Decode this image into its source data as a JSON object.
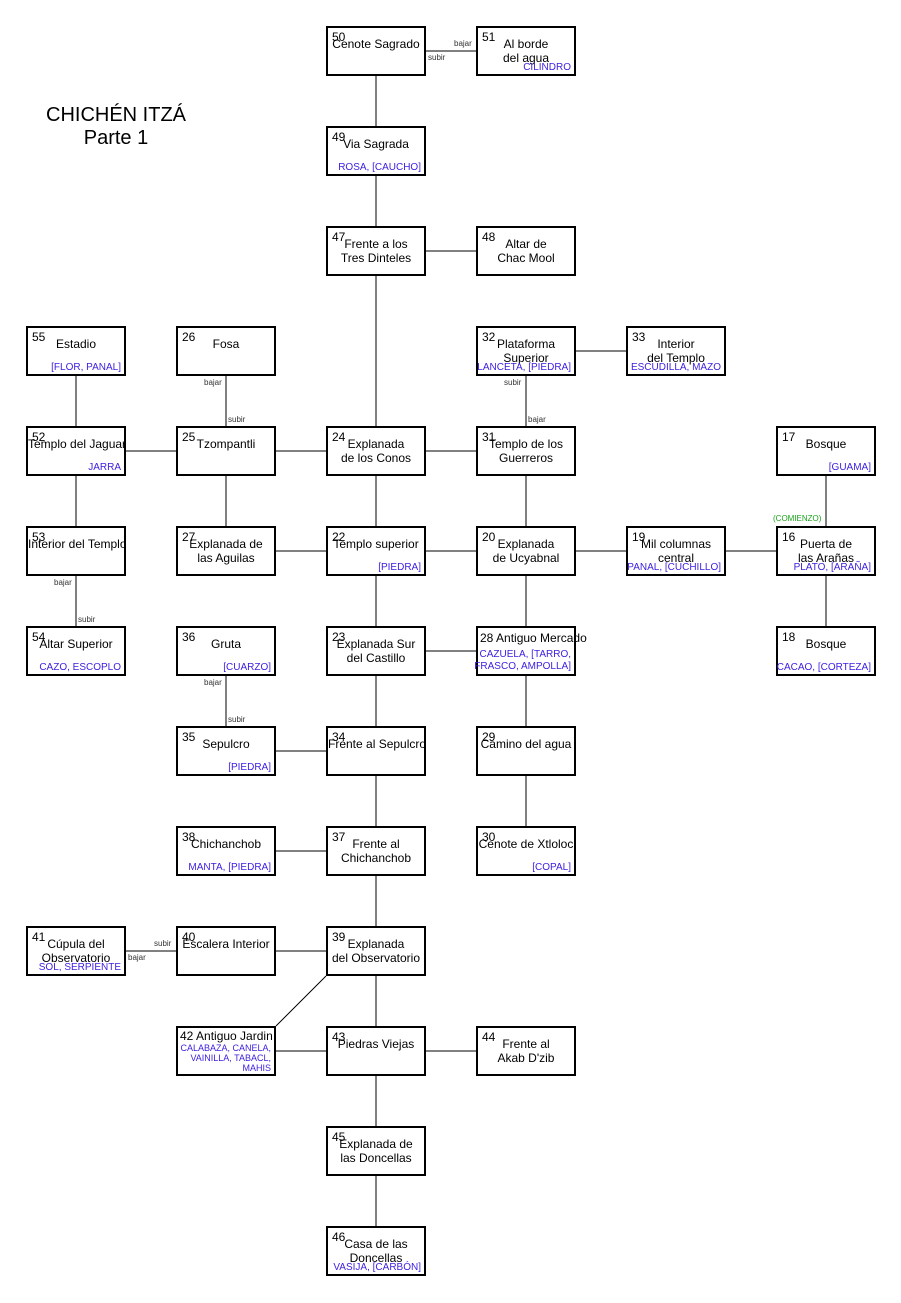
{
  "title": {
    "line1": "CHICHÉN ITZÁ",
    "line2": "Parte 1"
  },
  "start_label": "(COMIENZO)",
  "rooms": [
    {
      "id": "50",
      "num": "50",
      "name": [
        "Cenote Sagrado"
      ],
      "items": []
    },
    {
      "id": "51",
      "num": "51",
      "name": [
        "Al borde",
        "del agua"
      ],
      "items": [
        "CILINDRO"
      ]
    },
    {
      "id": "49",
      "num": "49",
      "name": [
        "Via Sagrada"
      ],
      "items": [
        "ROSA, [CAUCHO]"
      ]
    },
    {
      "id": "47",
      "num": "47",
      "name": [
        "Frente a los",
        "Tres Dinteles"
      ],
      "items": []
    },
    {
      "id": "48",
      "num": "48",
      "name": [
        "Altar de",
        "Chac Mool"
      ],
      "items": []
    },
    {
      "id": "55",
      "num": "55",
      "name": [
        "Estadio"
      ],
      "items": [
        "[FLOR, PANAL]"
      ]
    },
    {
      "id": "26",
      "num": "26",
      "name": [
        "Fosa"
      ],
      "items": []
    },
    {
      "id": "32",
      "num": "32",
      "name": [
        "Plataforma",
        "Superior"
      ],
      "items": [
        "LANCETA, [PIEDRA]"
      ]
    },
    {
      "id": "33",
      "num": "33",
      "name": [
        "Interior",
        "del Templo"
      ],
      "items": [
        "ESCUDILLA, MAZO"
      ]
    },
    {
      "id": "52",
      "num": "52",
      "name": [
        "Templo del Jaguar"
      ],
      "items": [
        "JARRA"
      ]
    },
    {
      "id": "25",
      "num": "25",
      "name": [
        "Tzompantli"
      ],
      "items": []
    },
    {
      "id": "24",
      "num": "24",
      "name": [
        "Explanada",
        "de los Conos"
      ],
      "items": []
    },
    {
      "id": "31",
      "num": "31",
      "name": [
        "Templo de los",
        "Guerreros"
      ],
      "items": []
    },
    {
      "id": "17",
      "num": "17",
      "name": [
        "Bosque"
      ],
      "items": [
        "[GUAMA]"
      ]
    },
    {
      "id": "53",
      "num": "53",
      "name": [
        "Interior del Templo"
      ],
      "items": []
    },
    {
      "id": "27",
      "num": "27",
      "name": [
        "Explanada de",
        "las Aguilas"
      ],
      "items": []
    },
    {
      "id": "22",
      "num": "22",
      "name": [
        "Templo superior"
      ],
      "items": [
        "[PIEDRA]"
      ]
    },
    {
      "id": "20",
      "num": "20",
      "name": [
        "Explanada",
        "de Ucyabnal"
      ],
      "items": []
    },
    {
      "id": "19",
      "num": "19",
      "name": [
        "Mil columnas",
        "central"
      ],
      "items": [
        "PANAL, [CUCHILLO]"
      ]
    },
    {
      "id": "16",
      "num": "16",
      "name": [
        "Puerta de",
        "las Arañas"
      ],
      "items": [
        "PLATO, [ARAÑA]"
      ]
    },
    {
      "id": "54",
      "num": "54",
      "name": [
        "Altar Superior"
      ],
      "items": [
        "CAZO, ESCOPLO"
      ]
    },
    {
      "id": "36",
      "num": "36",
      "name": [
        "Gruta"
      ],
      "items": [
        "[CUARZO]"
      ]
    },
    {
      "id": "23",
      "num": "23",
      "name": [
        "Explanada Sur",
        "del Castillo"
      ],
      "items": []
    },
    {
      "id": "28",
      "num": "28",
      "name": [
        "28 Antiguo Mercado"
      ],
      "items": [
        "CAZUELA, [TARRO,",
        "FRASCO, AMPOLLA]"
      ]
    },
    {
      "id": "18",
      "num": "18",
      "name": [
        "Bosque"
      ],
      "items": [
        "CACAO, [CORTEZA]"
      ]
    },
    {
      "id": "35",
      "num": "35",
      "name": [
        "Sepulcro"
      ],
      "items": [
        "[PIEDRA]"
      ]
    },
    {
      "id": "34",
      "num": "34",
      "name": [
        "Frente al Sepulcro"
      ],
      "items": []
    },
    {
      "id": "29",
      "num": "29",
      "name": [
        "Camino del agua"
      ],
      "items": []
    },
    {
      "id": "38",
      "num": "38",
      "name": [
        "Chichanchob"
      ],
      "items": [
        "MANTA, [PIEDRA]"
      ]
    },
    {
      "id": "37",
      "num": "37",
      "name": [
        "Frente al",
        "Chichanchob"
      ],
      "items": []
    },
    {
      "id": "30",
      "num": "30",
      "name": [
        "Cenote de Xtloloc"
      ],
      "items": [
        "[COPAL]"
      ]
    },
    {
      "id": "41",
      "num": "41",
      "name": [
        "Cúpula del",
        "Observatorio"
      ],
      "items": [
        "SOL, SERPIENTE"
      ]
    },
    {
      "id": "40",
      "num": "40",
      "name": [
        "Escalera Interior"
      ],
      "items": []
    },
    {
      "id": "39",
      "num": "39",
      "name": [
        "Explanada",
        "del Observatorio"
      ],
      "items": []
    },
    {
      "id": "42",
      "num": "42",
      "name": [
        "42  Antiguo Jardin"
      ],
      "items": [
        "CALABAZA, CANELA,",
        "VAINILLA, TABACL,",
        "MAHIS"
      ]
    },
    {
      "id": "43",
      "num": "43",
      "name": [
        "Piedras Viejas"
      ],
      "items": []
    },
    {
      "id": "44",
      "num": "44",
      "name": [
        "Frente al",
        "Akab D'zib"
      ],
      "items": []
    },
    {
      "id": "45",
      "num": "45",
      "name": [
        "Explanada de",
        "las Doncellas"
      ],
      "items": []
    },
    {
      "id": "46",
      "num": "46",
      "name": [
        "Casa de las",
        "Doncellas"
      ],
      "items": [
        "VASIJA, [CARBÓN]"
      ]
    }
  ],
  "connections": [
    {
      "from": "50",
      "to": "51",
      "labels": [
        "bajar",
        "subir"
      ]
    },
    {
      "from": "50",
      "to": "49",
      "labels": []
    },
    {
      "from": "49",
      "to": "47",
      "labels": []
    },
    {
      "from": "47",
      "to": "48",
      "labels": []
    },
    {
      "from": "47",
      "to": "24",
      "labels": []
    },
    {
      "from": "32",
      "to": "33",
      "labels": []
    },
    {
      "from": "32",
      "to": "31",
      "labels": [
        "subir",
        "bajar"
      ]
    },
    {
      "from": "26",
      "to": "25",
      "labels": [
        "bajar",
        "subir"
      ]
    },
    {
      "from": "55",
      "to": "52",
      "labels": []
    },
    {
      "from": "52",
      "to": "25",
      "labels": []
    },
    {
      "from": "25",
      "to": "24",
      "labels": []
    },
    {
      "from": "24",
      "to": "31",
      "labels": []
    },
    {
      "from": "17",
      "to": "16",
      "labels": []
    },
    {
      "from": "52",
      "to": "53",
      "labels": []
    },
    {
      "from": "25",
      "to": "27",
      "labels": []
    },
    {
      "from": "24",
      "to": "22",
      "labels": []
    },
    {
      "from": "31",
      "to": "20",
      "labels": []
    },
    {
      "from": "27",
      "to": "22",
      "labels": []
    },
    {
      "from": "22",
      "to": "20",
      "labels": []
    },
    {
      "from": "20",
      "to": "19",
      "labels": []
    },
    {
      "from": "19",
      "to": "16",
      "labels": []
    },
    {
      "from": "53",
      "to": "54",
      "labels": [
        "bajar",
        "subir"
      ]
    },
    {
      "from": "16",
      "to": "18",
      "labels": []
    },
    {
      "from": "22",
      "to": "23",
      "labels": []
    },
    {
      "from": "20",
      "to": "28",
      "labels": []
    },
    {
      "from": "23",
      "to": "28",
      "labels": []
    },
    {
      "from": "36",
      "to": "35",
      "labels": [
        "bajar",
        "subir"
      ]
    },
    {
      "from": "23",
      "to": "34",
      "labels": []
    },
    {
      "from": "28",
      "to": "29",
      "labels": []
    },
    {
      "from": "35",
      "to": "34",
      "labels": []
    },
    {
      "from": "34",
      "to": "37",
      "labels": []
    },
    {
      "from": "29",
      "to": "30",
      "labels": []
    },
    {
      "from": "38",
      "to": "37",
      "labels": []
    },
    {
      "from": "37",
      "to": "39",
      "labels": []
    },
    {
      "from": "41",
      "to": "40",
      "labels": [
        "subir",
        "bajar"
      ]
    },
    {
      "from": "40",
      "to": "39",
      "labels": []
    },
    {
      "from": "39",
      "to": "43",
      "labels": []
    },
    {
      "from": "39",
      "to": "42",
      "labels": []
    },
    {
      "from": "42",
      "to": "43",
      "labels": []
    },
    {
      "from": "43",
      "to": "44",
      "labels": []
    },
    {
      "from": "43",
      "to": "45",
      "labels": []
    },
    {
      "from": "45",
      "to": "46",
      "labels": []
    }
  ]
}
